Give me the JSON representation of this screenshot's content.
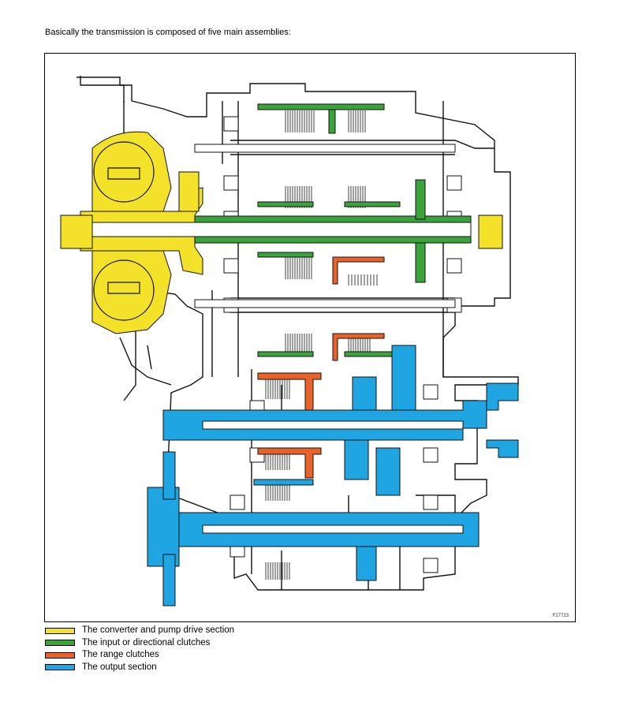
{
  "intro": "Basically the transmission is composed of five main assemblies:",
  "figure_id": "F27723",
  "colors": {
    "converter": "#f4e12a",
    "directional": "#3aa33a",
    "range": "#e8622a",
    "output": "#1fa6e2",
    "line": "#111111"
  },
  "legend": [
    {
      "label": "The converter and pump drive section",
      "color": "#f4e12a"
    },
    {
      "label": "The input or directional clutches",
      "color": "#3aa33a"
    },
    {
      "label": "The range clutches",
      "color": "#e8622a"
    },
    {
      "label": "The output section",
      "color": "#1fa6e2"
    }
  ]
}
